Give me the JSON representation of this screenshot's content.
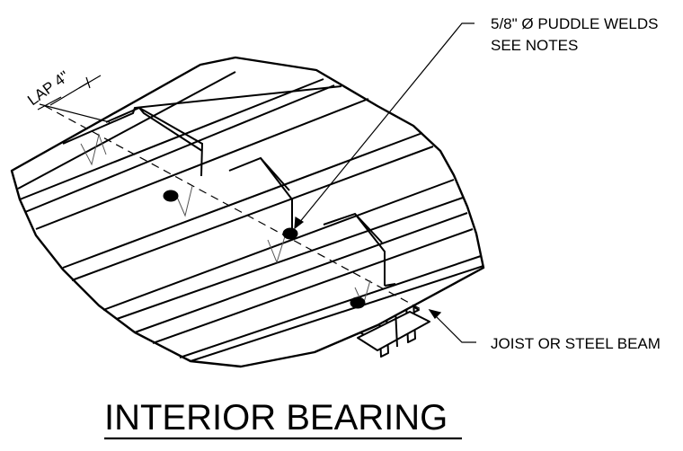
{
  "title": "INTERIOR BEARING",
  "callouts": {
    "lap": "LAP 4\"",
    "welds_line1": "5/8\" Ø PUDDLE WELDS",
    "welds_line2": "SEE NOTES",
    "beam": "JOIST OR STEEL BEAM"
  },
  "colors": {
    "line": "#000000",
    "background": "#ffffff"
  }
}
